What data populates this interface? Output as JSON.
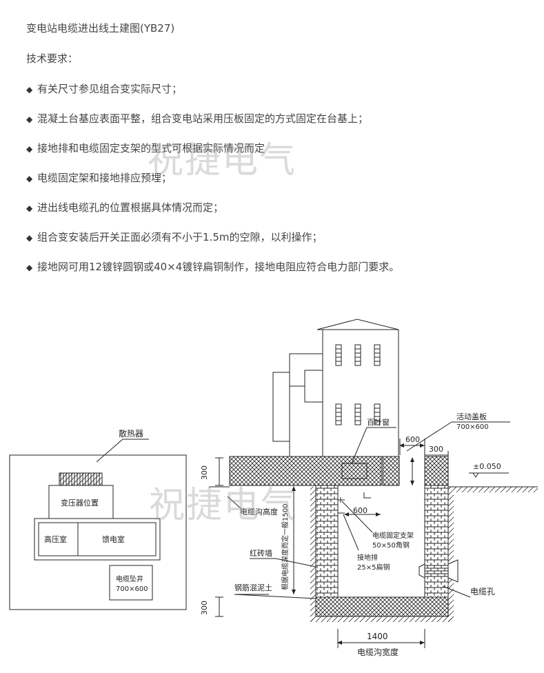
{
  "title": "变电站电缆进出线土建图(YB27)",
  "requirements_heading": "技术要求：",
  "requirements": [
    "有关尺寸参见组合变实际尺寸；",
    "混凝土台基应表面平整，组合变电站采用压板固定的方式固定在台基上；",
    "接地排和电缆固定支架的型式可根据实际情况而定",
    "电缆固定架和接地排应预埋；",
    "进出线电缆孔的位置根据具体情况而定；",
    "组合变安装后开关正面必须有不小于1.5m的空隙，以利操作；",
    "接地网可用12镀锌圆钢或40×4镀锌扁铜制作，接地电阻应符合电力部门要求。"
  ],
  "watermark": "祝捷电气",
  "plan": {
    "radiator": "散热器",
    "transformer": "变压器位置",
    "hv_room": "高压室",
    "feeder_room": "馈电室",
    "cable_well": "电缆坠井",
    "cable_well_size": "700×600"
  },
  "section": {
    "louver": "百叶窗",
    "cover": "活动盖板",
    "cover_size": "700×600",
    "dim_600_top": "600",
    "dim_300_top": "300",
    "elev": "±0.050",
    "dim_300_left": "300",
    "trench_height": "电缆沟高度",
    "dim_600_mid": "600",
    "bracket": "电缆固定支架",
    "bracket_spec": "50×50角钢",
    "ground_bar": "接地排",
    "ground_bar_spec": "25×5扁钢",
    "brick_wall": "红砖墙",
    "depth_note": "根据电缆深度而定一般1500",
    "concrete": "钢筋混泥土",
    "cable_hole": "电缆孔",
    "dim_300_bottom": "300",
    "width_dim": "1400",
    "trench_width": "电缆沟宽度"
  }
}
